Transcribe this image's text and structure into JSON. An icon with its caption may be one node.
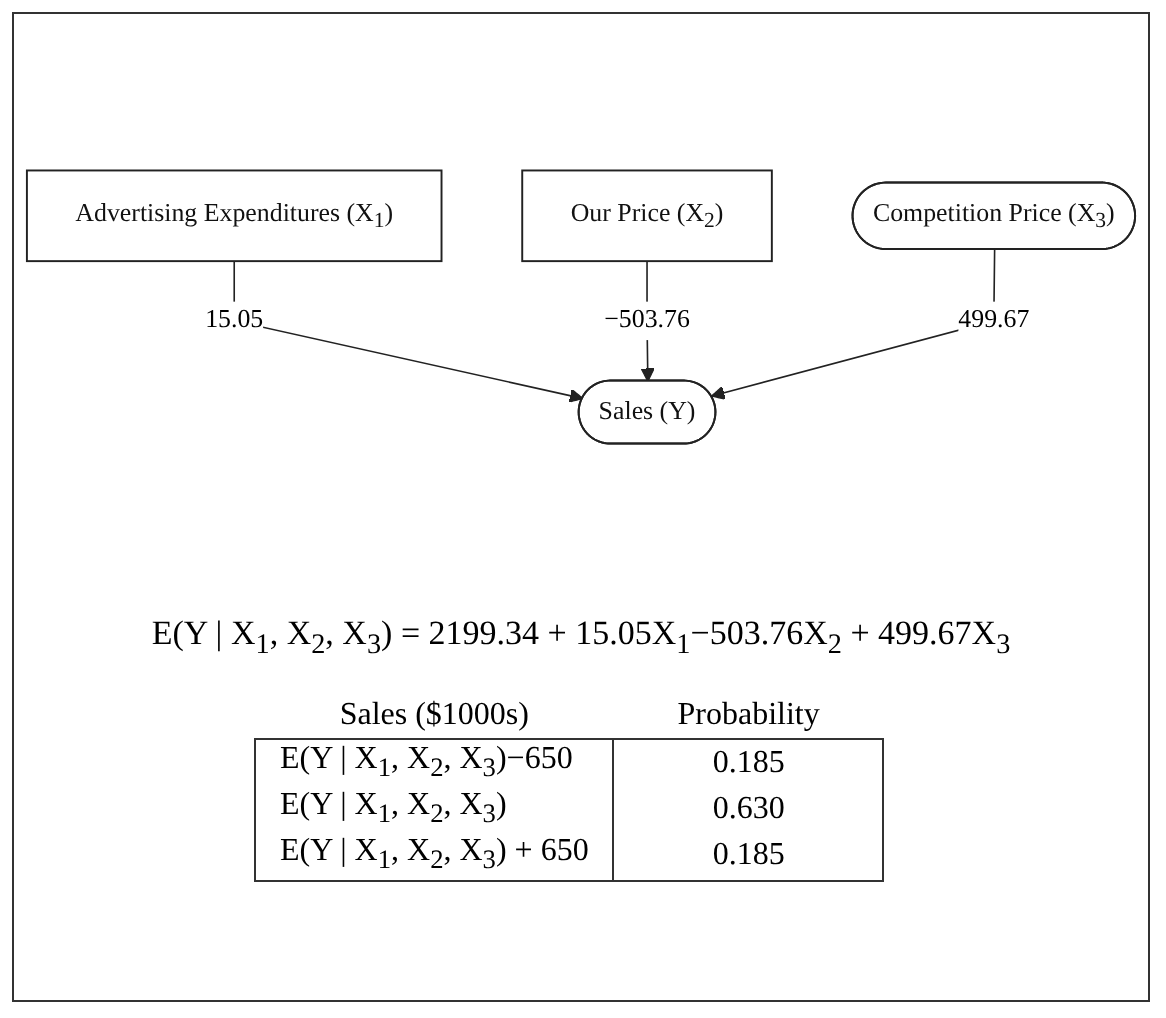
{
  "diagram": {
    "nodes": [
      {
        "text": [
          "Advertising Expenditures (X$_{1}$)"
        ]
      },
      {
        "text": [
          "Our Price (X$_{2}$)"
        ]
      },
      {
        "text": [
          "Competition Price (X$_{3}$)"
        ]
      },
      {
        "text": [
          "Sales (Y)"
        ]
      }
    ],
    "edges": [
      {
        "from": 0,
        "to": 3,
        "arrow": "to",
        "label": "15.05"
      },
      {
        "from": 1,
        "to": 3,
        "arrow": "to",
        "label": "−503.76"
      },
      {
        "from": 2,
        "to": 3,
        "arrow": "to",
        "label": "499.67"
      }
    ],
    "labels": [
      "E(Y | X$_{1}$, X$_{2}$, X$_{3}$) = 2199.34 + 15.05X$_{1}$−503.76X$_{2}$ + 499.67X$_{3}$",
      "Sales ($1000s)",
      "Probability",
      "E(Y | X$_{1}$, X$_{2}$, X$_{3}$)−650",
      "0.185",
      "E(Y | X$_{1}$, X$_{2}$, X$_{3}$)",
      "0.630",
      "E(Y | X$_{1}$, X$_{2}$, X$_{3}$) + 650",
      "0.185"
    ]
  }
}
